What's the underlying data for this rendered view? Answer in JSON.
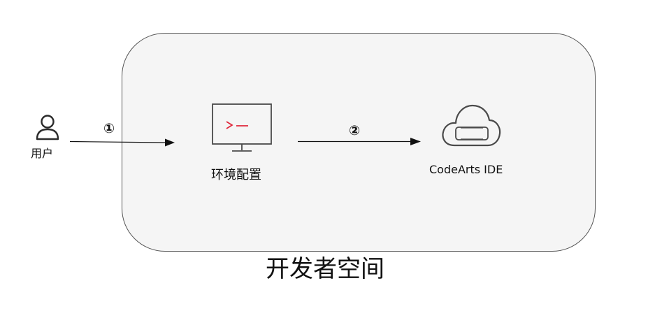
{
  "user": {
    "label": "用户",
    "icon": "person-icon"
  },
  "steps": {
    "step1": "①",
    "step2": "②"
  },
  "environment": {
    "label": "环境配置",
    "icon": "terminal-monitor-icon",
    "accent_color": "#e0263a"
  },
  "ide": {
    "label": "CodeArts IDE",
    "icon": "cloud-icon"
  },
  "workspace": {
    "label": "开发者空间",
    "background_color": "#f5f5f5",
    "border_color": "#555555"
  }
}
